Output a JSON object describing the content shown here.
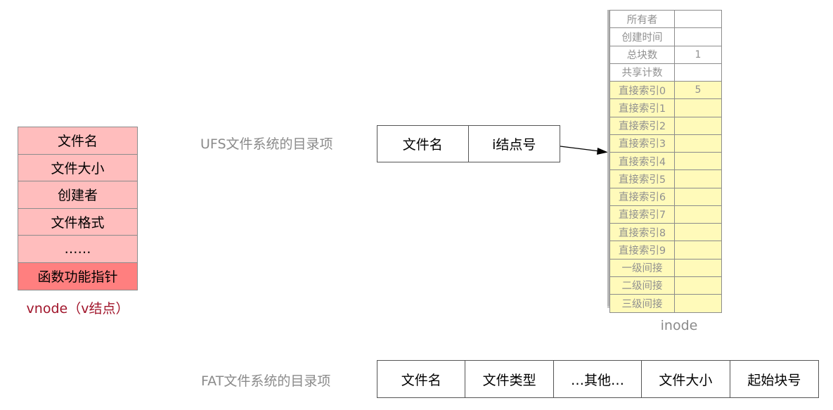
{
  "vnode": {
    "fields": [
      "文件名",
      "文件大小",
      "创建者",
      "文件格式",
      "……",
      "函数功能指针"
    ],
    "caption": "vnode（v结点）"
  },
  "ufs": {
    "label": "UFS文件系统的目录项",
    "cells": [
      "文件名",
      "i结点号"
    ]
  },
  "fat": {
    "label": "FAT文件系统的目录项",
    "cells": [
      "文件名",
      "文件类型",
      "…其他…",
      "文件大小",
      "起始块号"
    ]
  },
  "inode": {
    "caption": "inode",
    "rows": [
      {
        "key": "所有者",
        "value": ""
      },
      {
        "key": "创建时间",
        "value": ""
      },
      {
        "key": "总块数",
        "value": "1"
      },
      {
        "key": "共享计数",
        "value": ""
      },
      {
        "key": "直接索引0",
        "value": "5"
      },
      {
        "key": "直接索引1",
        "value": ""
      },
      {
        "key": "直接索引2",
        "value": ""
      },
      {
        "key": "直接索引3",
        "value": ""
      },
      {
        "key": "直接索引4",
        "value": ""
      },
      {
        "key": "直接索引5",
        "value": ""
      },
      {
        "key": "直接索引6",
        "value": ""
      },
      {
        "key": "直接索引7",
        "value": ""
      },
      {
        "key": "直接索引8",
        "value": ""
      },
      {
        "key": "直接索引9",
        "value": ""
      },
      {
        "key": "一级间接",
        "value": ""
      },
      {
        "key": "二级间接",
        "value": ""
      },
      {
        "key": "三级间接",
        "value": ""
      }
    ]
  },
  "colors": {
    "vnode_fill": "#ffbdbd",
    "vnode_highlight": "#ff7f7f",
    "vnode_caption": "#a0142a",
    "inode_yellow": "#fffaba",
    "label_gray": "#8a8a8a"
  }
}
